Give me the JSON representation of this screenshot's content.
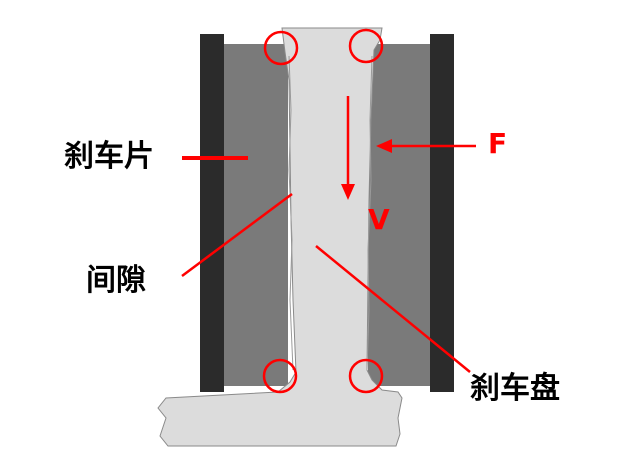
{
  "labels": {
    "brake_pad": "刹车片",
    "gap": "间隙",
    "brake_disc": "刹车盘",
    "force": "F",
    "velocity": "V"
  },
  "colors": {
    "backing_plate": "#2b2b2b",
    "friction_material": "#7a7a7a",
    "disc": "#dcdcdc",
    "annotation": "#ff0000",
    "label_text": "#000000"
  }
}
